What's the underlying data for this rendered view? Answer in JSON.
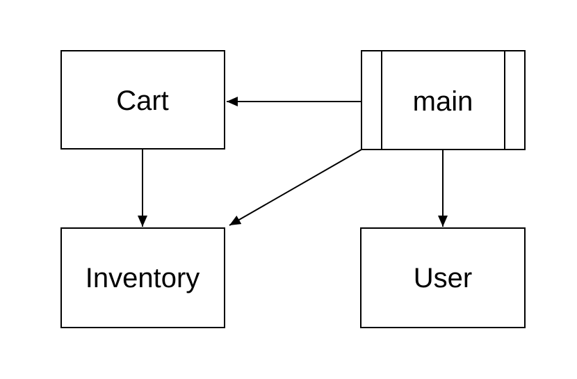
{
  "diagram": {
    "type": "flowchart",
    "background_color": "#ffffff",
    "node_fill_color": "#ffffff",
    "line_color": "#000000",
    "text_color": "#000000",
    "nodes": [
      {
        "id": "cart",
        "label": "Cart",
        "shape": "rectangle"
      },
      {
        "id": "main",
        "label": "main",
        "shape": "predefined-process"
      },
      {
        "id": "inventory",
        "label": "Inventory",
        "shape": "rectangle"
      },
      {
        "id": "user",
        "label": "User",
        "shape": "rectangle"
      }
    ],
    "edges": [
      {
        "from": "main",
        "to": "cart",
        "style": "solid",
        "arrowhead": "filled-triangle"
      },
      {
        "from": "cart",
        "to": "inventory",
        "style": "solid",
        "arrowhead": "filled-triangle"
      },
      {
        "from": "main",
        "to": "inventory",
        "style": "solid",
        "arrowhead": "filled-triangle"
      },
      {
        "from": "main",
        "to": "user",
        "style": "solid",
        "arrowhead": "filled-triangle"
      }
    ]
  }
}
